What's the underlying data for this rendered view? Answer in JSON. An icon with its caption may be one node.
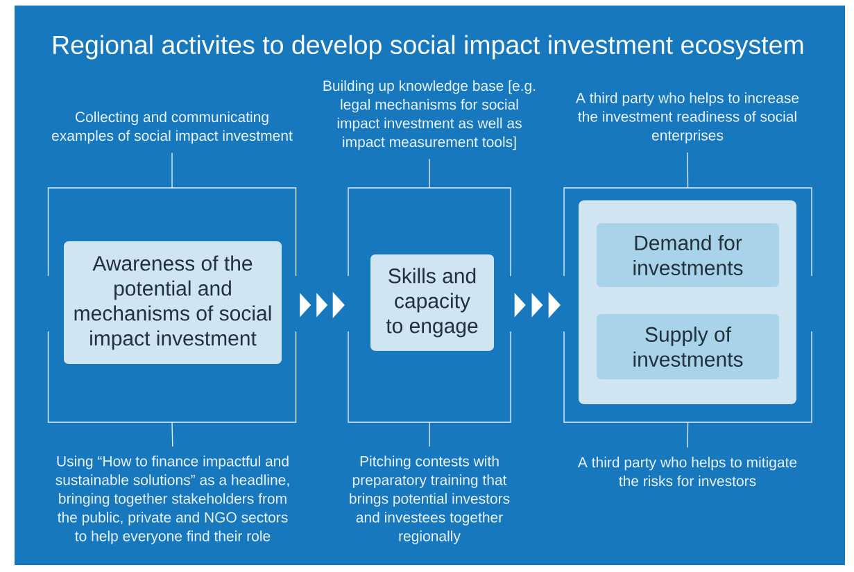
{
  "diagram": {
    "title": "Regional activites to develop social impact investment ecosystem",
    "nodes": [
      {
        "text": [
          "Collecting and communicating examples of social impact investment"
        ]
      },
      {
        "text": [
          "Building up knowledge base [e.g. legal mechanisms for social impact investment as well as impact measurement tools]"
        ]
      },
      {
        "text": [
          "A third party who helps to increase the investment readiness of social enterprises"
        ]
      },
      {
        "text": [],
        "shape": "box"
      },
      {
        "text": [
          "Awareness of the potential and mechanisms of social impact investment"
        ],
        "in": 3
      },
      {
        "text": [],
        "shape": "box"
      },
      {
        "text": [
          "Skills and capacity to engage"
        ],
        "in": 5
      },
      {
        "text": [],
        "shape": "box"
      },
      {
        "text": [],
        "shape": "box",
        "in": 7
      },
      {
        "text": [
          "Demand for investments"
        ],
        "in": 8
      },
      {
        "text": [
          "Supply of investments"
        ],
        "in": 8
      },
      {
        "text": [
          "Using “How to finance impactful and sustainable solutions” as a headline, bringing together stakeholders from the public, private and NGO sectors to help everyone find their role"
        ]
      },
      {
        "text": [
          "Pitching contests with preparatory training that brings potential investors and investees together regionally"
        ]
      },
      {
        "text": [
          "A third party who helps to mitigate the risks for investors"
        ]
      }
    ],
    "edges": [
      {
        "from": 0,
        "to": 3,
        "arrow": "none"
      },
      {
        "from": 1,
        "to": 5,
        "arrow": "none"
      },
      {
        "from": 2,
        "to": 7,
        "arrow": "none"
      },
      {
        "from": 3,
        "to": 5,
        "arrow": "to"
      },
      {
        "from": 5,
        "to": 7,
        "arrow": "to"
      },
      {
        "from": 11,
        "to": 3,
        "arrow": "none"
      },
      {
        "from": 12,
        "to": 5,
        "arrow": "none"
      },
      {
        "from": 13,
        "to": 7,
        "arrow": "none"
      }
    ]
  }
}
